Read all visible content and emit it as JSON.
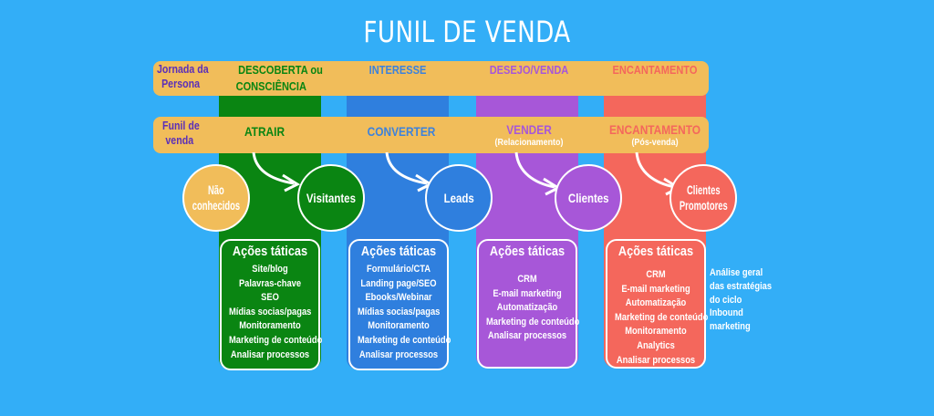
{
  "title": "FUNIL DE VENDA",
  "colors": {
    "background": "#33aef7",
    "band": "#f1bd5a",
    "band_label": "#5b2fb8",
    "discovery": "#0a8512",
    "interest": "#2f7fde",
    "desire": "#a757d8",
    "delight": "#f4675c",
    "not_known": "#f1bd5a"
  },
  "journey_band": {
    "label_line1": "Jornada da",
    "label_line2": "Persona",
    "stages": [
      {
        "line1": "DESCOBERTA ou",
        "line2": "CONSCIÊNCIA"
      },
      {
        "line1": "INTERESSE",
        "line2": ""
      },
      {
        "line1": "DESEJO/VENDA",
        "line2": ""
      },
      {
        "line1": "ENCANTAMENTO",
        "line2": ""
      }
    ]
  },
  "funnel_band": {
    "label_line1": "Funil de",
    "label_line2": "venda",
    "stages": [
      {
        "label": "ATRAIR",
        "sub": ""
      },
      {
        "label": "CONVERTER",
        "sub": ""
      },
      {
        "label": "VENDER",
        "sub": "(Relacionamento)"
      },
      {
        "label": "ENCANTAMENTO",
        "sub": "(Pós-venda)"
      }
    ]
  },
  "circles": [
    {
      "line1": "Não",
      "line2": "conhecidos"
    },
    {
      "line1": "Visitantes",
      "line2": ""
    },
    {
      "line1": "Leads",
      "line2": ""
    },
    {
      "line1": "Clientes",
      "line2": ""
    },
    {
      "line1": "Clientes",
      "line2": "Promotores"
    }
  ],
  "tactics": [
    {
      "title": "Ações táticas",
      "items": [
        "Site/blog",
        "Palavras-chave",
        "SEO",
        "Mídias socias/pagas",
        "Monitoramento",
        "Marketing de conteúdo",
        "Analisar processos"
      ]
    },
    {
      "title": "Ações táticas",
      "items": [
        "Formulário/CTA",
        "Landing page/SEO",
        "Ebooks/Webinar",
        "Mídias socias/pagas",
        "Monitoramento",
        "Marketing de conteúdo",
        "Analisar processos"
      ]
    },
    {
      "title": "Ações táticas",
      "items": [
        "CRM",
        "E-mail marketing",
        "Automatização",
        "Marketing de conteúdo",
        "Analisar processos"
      ]
    },
    {
      "title": "Ações táticas",
      "items": [
        "CRM",
        "E-mail marketing",
        "Automatização",
        "Marketing de conteúdo",
        "Monitoramento",
        "Analytics",
        "Analisar processos"
      ]
    }
  ],
  "side_note": [
    "Análise geral",
    "das estratégias",
    "do ciclo",
    "Inbound",
    "marketing"
  ]
}
